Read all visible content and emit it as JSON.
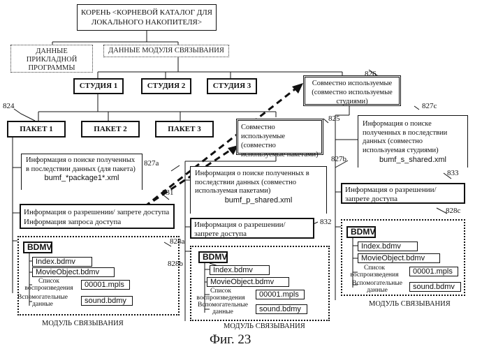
{
  "root": {
    "label": "КОРЕНЬ <КОРНЕВОЙ КАТАЛОГ ДЛЯ ЛОКАЛЬНОГО НАКОПИТЕЛЯ>"
  },
  "app_data": {
    "label": "ДАННЫЕ ПРИКЛАДНОЙ ПРОГРАММЫ"
  },
  "binding_data": {
    "label": "ДАННЫЕ МОДУЛЯ СВЯЗЫВАНИЯ"
  },
  "studios": [
    "СТУДИЯ 1",
    "СТУДИЯ 2",
    "СТУДИЯ 3"
  ],
  "shared_studios": {
    "ref": "826",
    "label": "Совместно используемые (совместно используемые студиями)"
  },
  "packages": [
    "ПАКЕТ 1",
    "ПАКЕТ 2",
    "ПАКЕТ 3"
  ],
  "package_ref": "824",
  "shared_packages": {
    "ref": "825",
    "label": "Совместно используемые (совместно используемые пакетами)"
  },
  "search_a": {
    "ref": "827a",
    "text": "Информация о поиске полученных в последствии данных (для пакета)",
    "file": "bumf_*package1*.xml"
  },
  "search_b": {
    "ref": "827b",
    "text": "Информация о поиске полученных в последствии данных (совместно используемая пакетами)",
    "file": "bumf_p_shared.xml"
  },
  "search_c": {
    "ref": "827c",
    "text": "Информация о поиске полученных в последствии данных (совместно используемая студиями)",
    "file": "bumf_s_shared.xml"
  },
  "access_a": {
    "ref": "831",
    "line1": "Информация о разрешении/ запрете доступа",
    "line2": "Информация запроса доступа"
  },
  "access_b": {
    "ref": "832",
    "text": "Информация о разрешении/ запрете доступа"
  },
  "access_c": {
    "ref": "833",
    "text": "Информация о разрешении/ запрете доступа"
  },
  "module_a": {
    "ref": "828a",
    "caption": "МОДУЛЬ СВЯЗЫВАНИЯ"
  },
  "module_b": {
    "ref": "828b",
    "caption": "МОДУЛЬ СВЯЗЫВАНИЯ"
  },
  "module_c": {
    "ref": "828c",
    "caption": "МОДУЛЬ СВЯЗЫВАНИЯ"
  },
  "bdmv": {
    "dir": "BDMV",
    "index": "Index.bdmv",
    "movie_object": "MovieObject.bdmv",
    "playlist_label": "Список воспроизведения",
    "playlist_file": "00001.mpls",
    "aux_label": "Вспомогательные данные",
    "aux_file": "sound.bdmy",
    "aux_file_c": "sound.bdmv"
  },
  "figure_caption": "Фиг. 23"
}
